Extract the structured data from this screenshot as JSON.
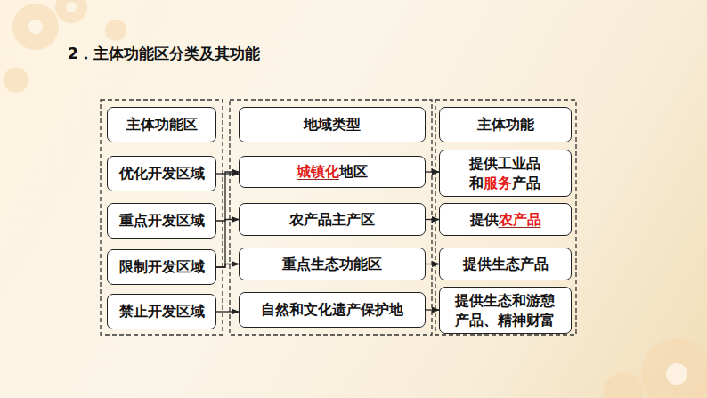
{
  "diagram": {
    "title": "2．主体功能区分类及其功能",
    "nodes": [
      {
        "text": [
          "主体功能区"
        ]
      },
      {
        "text": [
          "地域类型"
        ]
      },
      {
        "text": [
          "主体功能"
        ]
      },
      {
        "text": [
          "优化开发区域"
        ]
      },
      {
        "text": [
          "城镇化",
          "地区"
        ]
      },
      {
        "text": [
          "提供工业品和",
          "服务",
          "产品"
        ]
      },
      {
        "text": [
          "重点开发区域"
        ]
      },
      {
        "text": [
          "农产品主产区"
        ]
      },
      {
        "text": [
          "提供",
          "农产品"
        ]
      },
      {
        "text": [
          "限制开发区域"
        ]
      },
      {
        "text": [
          "重点生态功能区"
        ]
      },
      {
        "text": [
          "提供生态产品"
        ]
      },
      {
        "text": [
          "禁止开发区域"
        ]
      },
      {
        "text": [
          "自然和文化遗产保护地"
        ]
      },
      {
        "text": [
          "提供生态和游憩产品、精神财富"
        ]
      }
    ],
    "edges": [
      {
        "from": 3,
        "to": 4,
        "arrow": "to"
      },
      {
        "from": 6,
        "to": 4,
        "arrow": "to"
      },
      {
        "from": 9,
        "to": 7,
        "arrow": "to"
      },
      {
        "from": 9,
        "to": 10,
        "arrow": "to"
      },
      {
        "from": 12,
        "to": 13,
        "arrow": "to"
      },
      {
        "from": 4,
        "to": 5,
        "arrow": "to"
      },
      {
        "from": 7,
        "to": 8,
        "arrow": "to"
      },
      {
        "from": 10,
        "to": 11,
        "arrow": "to"
      },
      {
        "from": 13,
        "to": 14,
        "arrow": "to"
      }
    ]
  }
}
